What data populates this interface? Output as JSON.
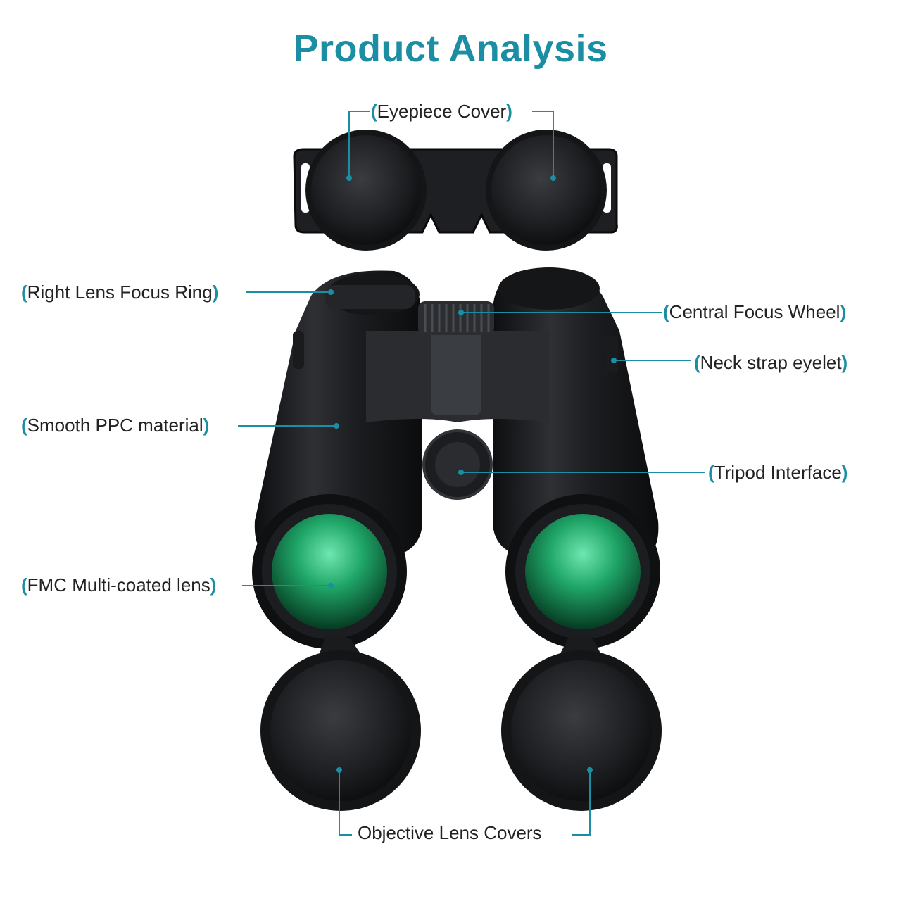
{
  "title": "Product Analysis",
  "callouts": {
    "eyepiece_cover": "Eyepiece Cover",
    "right_lens_focus_ring": "Right Lens Focus Ring",
    "central_focus_wheel": "Central Focus Wheel",
    "neck_strap_eyelet": "Neck strap eyelet",
    "smooth_ppc_material": "Smooth PPC material",
    "tripod_interface": "Tripod Interface",
    "fmc_multicoated_lens": "FMC Multi-coated lens",
    "objective_lens_covers": "Objective Lens Covers"
  },
  "colors": {
    "accent": "#1c8ea3",
    "text": "#222222",
    "lens_green": "#1fa567",
    "body_black": "#1b1c1e"
  }
}
